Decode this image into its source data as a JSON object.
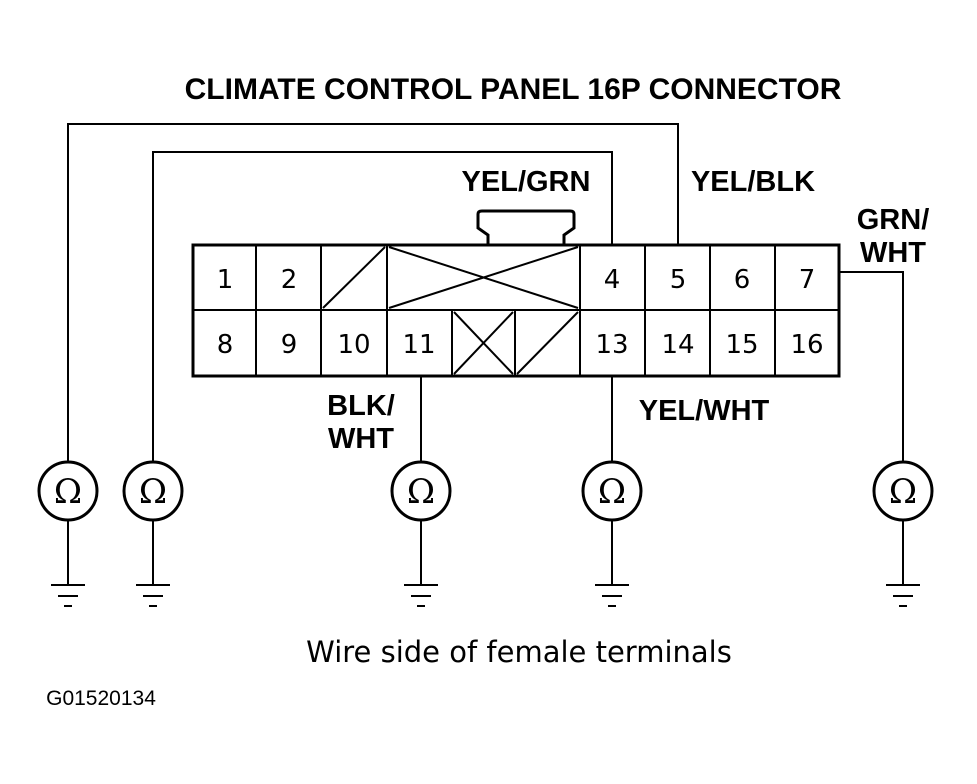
{
  "title": "CLIMATE CONTROL PANEL 16P CONNECTOR",
  "caption": "Wire side of female terminals",
  "figure_code": "G01520134",
  "pins": {
    "p1": "1",
    "p2": "2",
    "p4": "4",
    "p5": "5",
    "p6": "6",
    "p7": "7",
    "p8": "8",
    "p9": "9",
    "p10": "10",
    "p11": "11",
    "p13": "13",
    "p14": "14",
    "p15": "15",
    "p16": "16"
  },
  "wires": {
    "yel_grn": "YEL/GRN",
    "yel_blk": "YEL/BLK",
    "grn_wht_line1": "GRN/",
    "grn_wht_line2": "WHT",
    "blk_wht_line1": "BLK/",
    "blk_wht_line2": "WHT",
    "yel_wht": "YEL/WHT"
  },
  "meter_symbol": "Ω",
  "meter_icon": "ohmmeter-icon",
  "ground_icon": "ground-icon",
  "meter_count": 5
}
